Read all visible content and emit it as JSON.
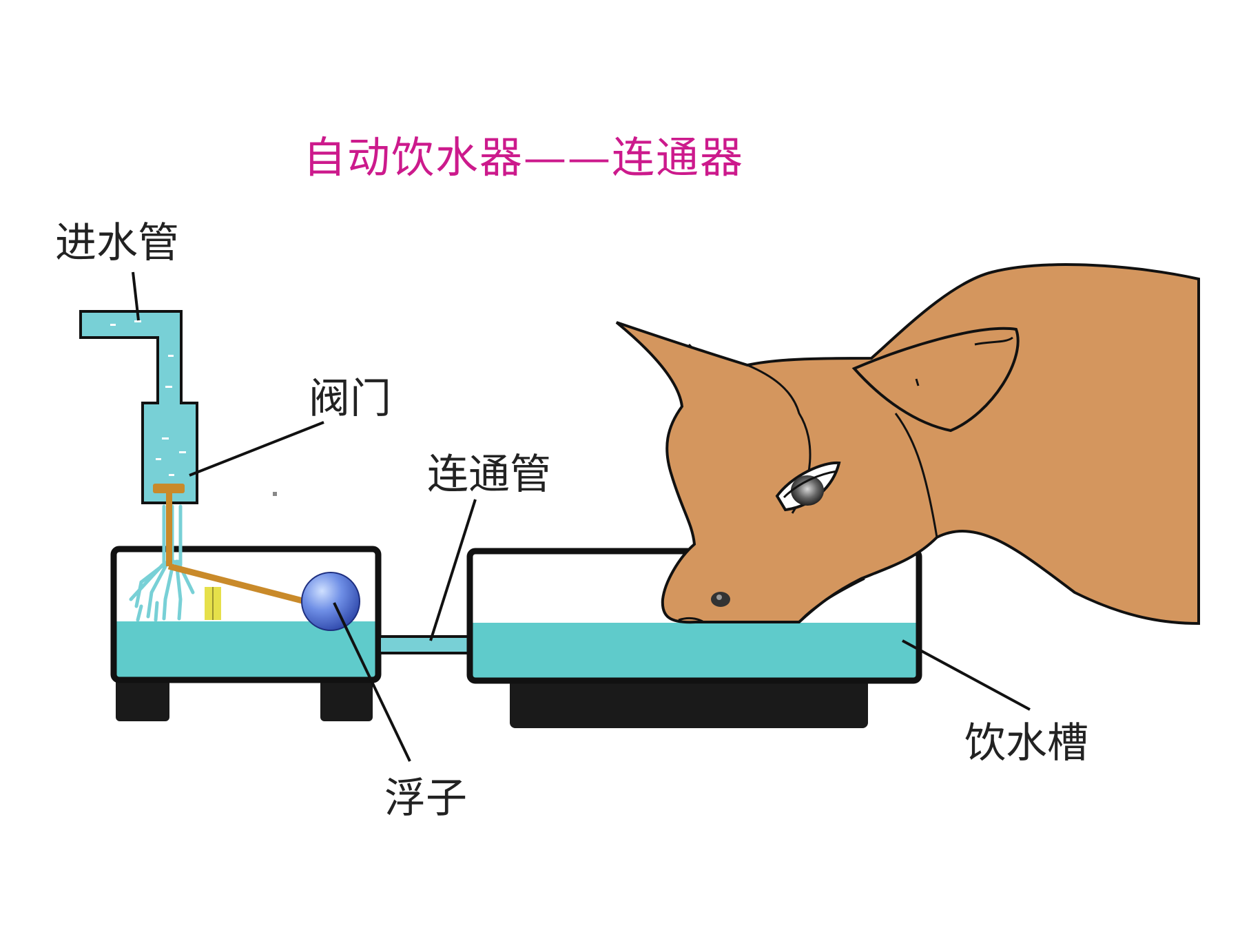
{
  "title": "自动饮水器——连通器",
  "labels": {
    "inlet_pipe": "进水管",
    "valve": "阀门",
    "connecting_pipe": "连通管",
    "float": "浮子",
    "drinking_trough": "饮水槽"
  },
  "colors": {
    "title": "#cc1a8c",
    "water": "#5fcbcb",
    "pipe": "#78d0d6",
    "outline": "#111111",
    "leg": "#1a1a1a",
    "cow": "#d4965e",
    "rod": "#c98a2a",
    "float_ball": "#5577d6",
    "support": "#e6e04a"
  }
}
